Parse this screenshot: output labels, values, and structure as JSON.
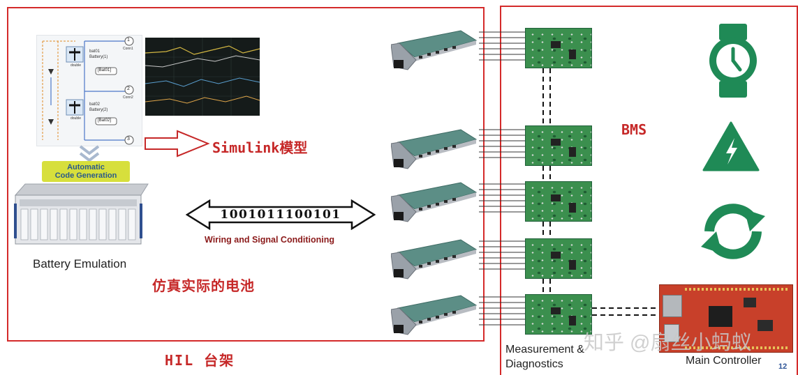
{
  "labels": {
    "simulink_model": "Simulink模型",
    "automatic_code_generation": "Automatic\nCode Generation",
    "battery_emulation": "Battery Emulation",
    "simulated_battery": "仿真实际的电池",
    "binary_signal": "1001011100101",
    "wiring_signal_conditioning": "Wiring and Signal Conditioning",
    "hil_bench": "HIL 台架",
    "bms": "BMS",
    "measurement_diagnostics": "Measurement &\nDiagnostics",
    "main_controller": "Main Controller",
    "page_number": "12",
    "watermark": "知乎 @扇丝小蚂蚁"
  },
  "schematic": {
    "cell1_name": "bat01",
    "cell1_sub": "Battery(1)",
    "cell1_tag": "[Bat01]",
    "cell2_name": "bat02",
    "cell2_sub": "Battery(2)",
    "cell2_tag": "[Bat02]",
    "port1": "1",
    "port1_label": "Conn1",
    "port2": "2",
    "port2_label": "Conn2",
    "port3": "3",
    "type_label": "double"
  },
  "icons": [
    "watch-icon",
    "warning-lightning-icon",
    "refresh-icon"
  ],
  "colors": {
    "frame_red": "#d42a2a",
    "text_red": "#c62828",
    "icon_green": "#1f8a56",
    "pcb_green": "#3b8f4e",
    "card_teal": "#5c8e86",
    "code_gen_yellow": "#d7df3c"
  }
}
